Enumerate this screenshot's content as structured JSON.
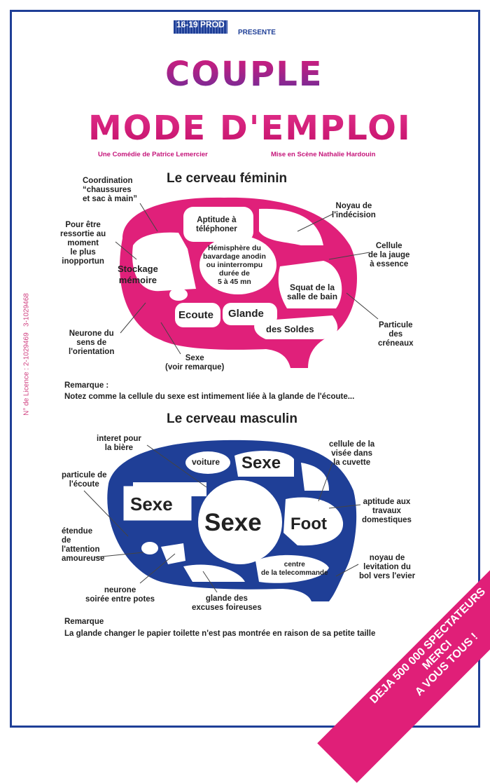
{
  "producer": {
    "logo": "16-19 PROD",
    "presents": "PRESENTE"
  },
  "title": {
    "line1": "COUPLE",
    "line2": "MODE D'EMPLOI"
  },
  "credits": {
    "author": "Une Comédie de Patrice Lemercier",
    "director": "Mise en Scène Nathalie Hardouin"
  },
  "licence": "N° de Licence : 2-1029469   3-1029468",
  "female": {
    "heading": "Le cerveau féminin",
    "labels": [
      "Coordination\n“chaussures\net sac à main”",
      "Pour être\nressortie au\nmoment\nle plus\ninopportun",
      "Neurone du\nsens de\nl'orientation",
      "Sexe\n(voir remarque)",
      "Noyau de\nl'indécision",
      "Cellule\nde la jauge\nà essence",
      "Particule\ndes\ncréneaux"
    ],
    "regions": [
      "Aptitude à\ntéléphoner",
      "Hémisphère du\nbavardage anodin\nou ininterrompu\ndurée de\n5 à 45 mn",
      "Stockage\nmémoire",
      "Squat de la\nsalle de bain",
      "Ecoute",
      "Glande",
      "des Soldes"
    ],
    "remark_title": "Remarque :",
    "remark": "Notez comme la cellule du sexe est intimement liée à la glande de l'écoute..."
  },
  "male": {
    "heading": "Le cerveau masculin",
    "labels": [
      "interet pour\nla bière",
      "particule de\nl'écoute",
      "étendue\nde\nl'attention\namoureuse",
      "neurone\nsoirée entre potes",
      "glande des\nexcuses foireuses",
      "cellule de la\nvisée dans\nla cuvette",
      "aptitude aux\ntravaux\ndomestiques",
      "noyau de\nlevitation du\nbol vers l'evier"
    ],
    "regions": [
      "voiture",
      "Sexe",
      "Sexe",
      "Sexe",
      "Foot",
      "centre\nde la telecommande"
    ],
    "remark_title": "Remarque",
    "remark": "La glande changer le papier toilette n'est pas montrée en raison de sa petite taille"
  },
  "banner": [
    "DEJA 500 000 SPECTATEURS",
    "MERCI",
    "A VOUS TOUS !"
  ],
  "colors": {
    "pink": "#e0207a",
    "blue": "#1f3f97"
  }
}
